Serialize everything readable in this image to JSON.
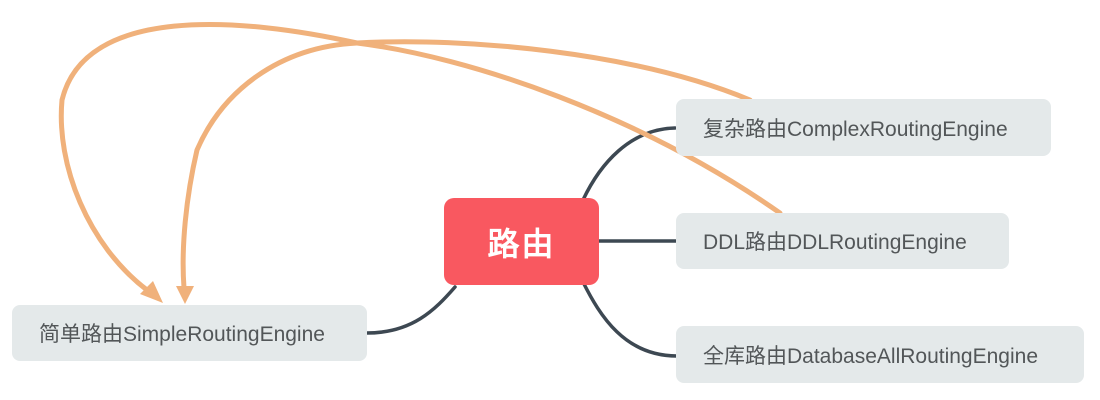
{
  "diagram": {
    "root": {
      "label": "路由"
    },
    "nodes": [
      {
        "id": "complex",
        "label": "复杂路由ComplexRoutingEngine"
      },
      {
        "id": "ddl",
        "label": "DDL路由DDLRoutingEngine"
      },
      {
        "id": "dball",
        "label": "全库路由DatabaseAllRoutingEngine"
      },
      {
        "id": "simple",
        "label": "简单路由SimpleRoutingEngine"
      }
    ],
    "edges": [
      {
        "from": "路由",
        "to": "复杂路由ComplexRoutingEngine"
      },
      {
        "from": "路由",
        "to": "DDL路由DDLRoutingEngine"
      },
      {
        "from": "路由",
        "to": "全库路由DatabaseAllRoutingEngine"
      },
      {
        "from": "路由",
        "to": "简单路由SimpleRoutingEngine"
      }
    ],
    "relationship_arrows": [
      {
        "from": "复杂路由ComplexRoutingEngine",
        "to": "简单路由SimpleRoutingEngine"
      },
      {
        "from": "DDL路由DDLRoutingEngine",
        "to": "简单路由SimpleRoutingEngine"
      }
    ],
    "colors": {
      "root-bg": "#f95860",
      "root-text": "#ffffff",
      "node-bg": "#e4e9ea",
      "node-text": "#525658",
      "connector": "#3d4852",
      "arrow": "#f0b17b"
    }
  }
}
